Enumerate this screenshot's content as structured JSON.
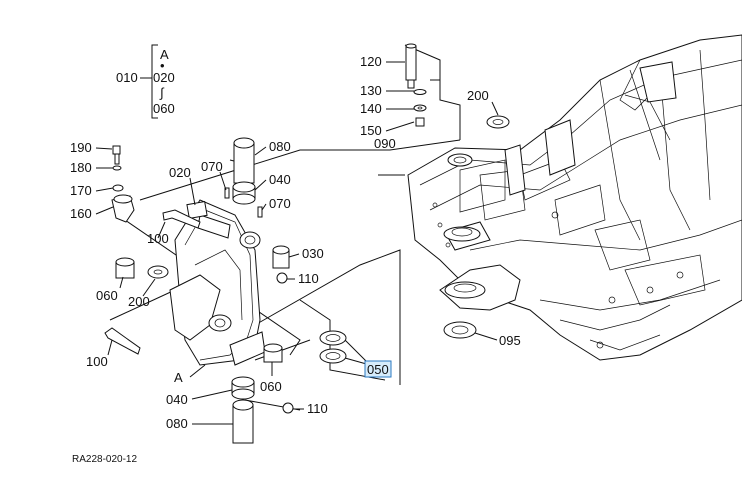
{
  "diagram": {
    "figure_code": "RA228-020-12",
    "group_block": {
      "top_ref": "A",
      "bullet": "•",
      "tilde": "∫",
      "lead_number": "010",
      "first_number": "020",
      "last_number": "060"
    },
    "callouts": {
      "c120": "120",
      "c130": "130",
      "c140": "140",
      "c150": "150",
      "c090": "090",
      "c200_top": "200",
      "c190": "190",
      "c180": "180",
      "c170": "170",
      "c160": "160",
      "c080_top": "080",
      "c070_a": "070",
      "c020": "020",
      "c040_top": "040",
      "c070_b": "070",
      "c100_top": "100",
      "c030": "030",
      "c110_top": "110",
      "c060_left": "060",
      "c200_left": "200",
      "c050": "050",
      "c095": "095",
      "c100_bottom": "100",
      "a_ref": "A",
      "c060_bottom": "060",
      "c040_bottom": "040",
      "c110_bottom": "110",
      "c080_bottom": "080"
    },
    "highlighted_callout": "050",
    "highlight_color": "#2a78c2"
  }
}
